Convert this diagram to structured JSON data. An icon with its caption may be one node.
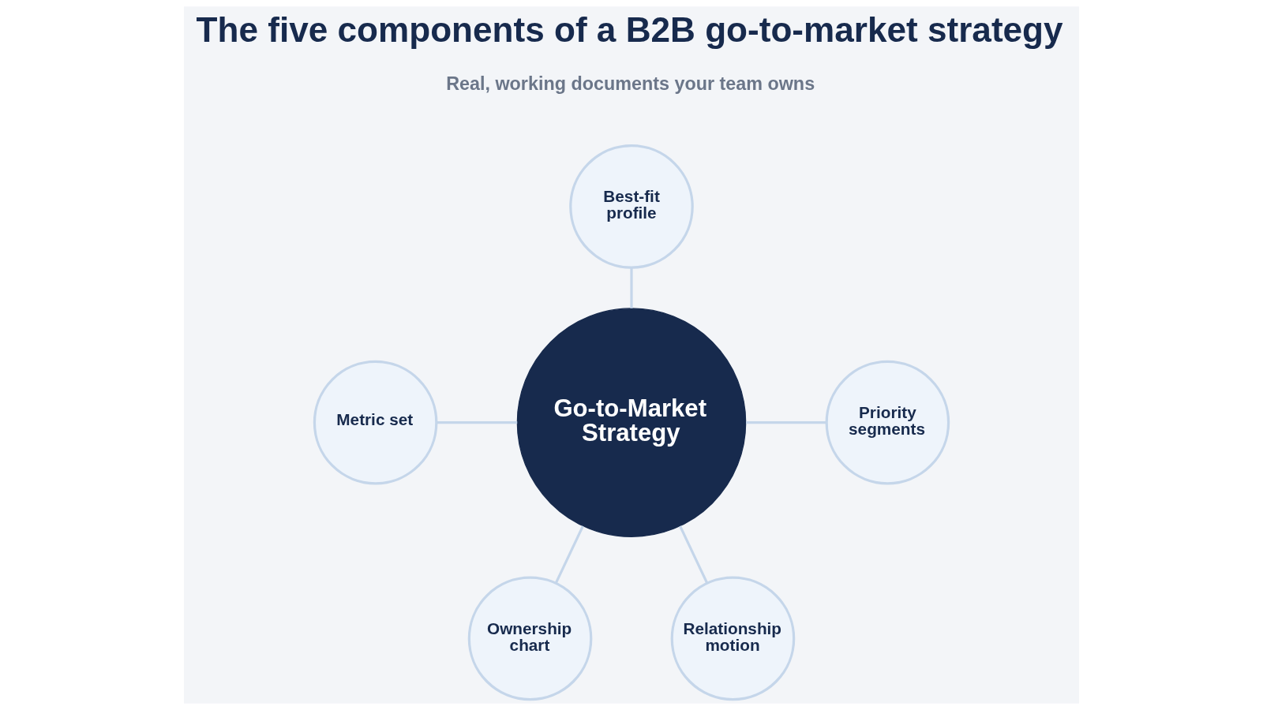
{
  "diagram": {
    "title": "The five components of a B2B go-to-market strategy",
    "nodes": [
      {
        "text": [
          "Best-fit profile"
        ]
      },
      {
        "text": [
          "Metric set"
        ]
      },
      {
        "text": [
          "Priority segments"
        ]
      },
      {
        "text": [
          "Go-to-Market Strategy"
        ]
      },
      {
        "text": [
          "Ownership chart"
        ]
      },
      {
        "text": [
          "Relationship motion"
        ]
      }
    ],
    "edges": [
      {
        "from": 0,
        "to": 3,
        "arrow": "none"
      },
      {
        "from": 1,
        "to": 3,
        "arrow": "none"
      },
      {
        "from": 3,
        "to": 2,
        "arrow": "none"
      },
      {
        "from": 3,
        "to": 4,
        "arrow": "none"
      },
      {
        "from": 3,
        "to": 5,
        "arrow": "none"
      }
    ],
    "labels": [
      "Real, working documents your team owns"
    ]
  }
}
